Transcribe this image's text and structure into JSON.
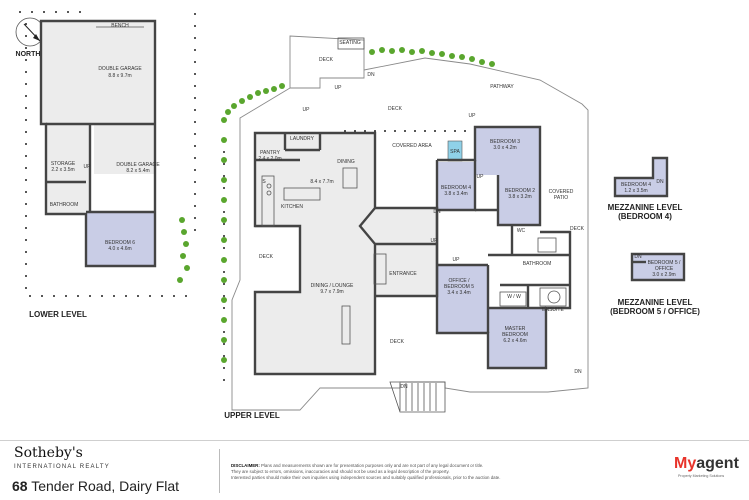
{
  "compass": {
    "label": "NORTH"
  },
  "levels": {
    "lower": "LOWER LEVEL",
    "upper": "UPPER LEVEL",
    "mezz4": [
      "MEZZANINE LEVEL",
      "(BEDROOM 4)"
    ],
    "mezz5": [
      "MEZZANINE LEVEL",
      "(BEDROOM 5 / OFFICE)"
    ]
  },
  "lower": {
    "bench": "BENCH",
    "garage1": [
      "DOUBLE GARAGE",
      "8.8 x 9.7m"
    ],
    "storage": [
      "STORAGE",
      "2.2 x 3.5m"
    ],
    "garage2": [
      "DOUBLE GARAGE",
      "8.2 x 5.4m"
    ],
    "bathroom": "BATHROOM",
    "bed6": [
      "BEDROOM 6",
      "4.0 x 4.6m"
    ],
    "up": "UP"
  },
  "upper": {
    "seating": "SEATING",
    "deck": "DECK",
    "dn": "DN",
    "up": "UP",
    "pathway": "PATHWAY",
    "laundry": "LAUNDRY",
    "pantry": [
      "PANTRY",
      "2.4 x 2.0m"
    ],
    "dining": "DINING",
    "kitchen_dims": "8.4 x 7.7m",
    "kitchen": "KITCHEN",
    "covered_area": "COVERED AREA",
    "spa": "SPA",
    "bed3": [
      "BEDROOM 3",
      "3.0 x 4.2m"
    ],
    "bed4": [
      "BEDROOM 4",
      "3.8 x 3.4m"
    ],
    "bed2": [
      "BEDROOM 2",
      "3.8 x 3.2m"
    ],
    "covered_patio": [
      "COVERED",
      "PATIO"
    ],
    "wc": "WC",
    "bathroom": "BATHROOM",
    "entrance": "ENTRANCE",
    "office": [
      "OFFICE /",
      "BEDROOM 5",
      "3.4 x 3.4m"
    ],
    "ww": "W / W",
    "ensuite": "ENSUITE",
    "master": [
      "MASTER",
      "BEDROOM",
      "6.2 x 4.6m"
    ],
    "dining_lounge": [
      "DINING / LOUNGE",
      "9.7 x 7.9m"
    ],
    "s": "S"
  },
  "mezz": {
    "bed4": [
      "BEDROOM 4",
      "1.2 x 3.5m"
    ],
    "bed5": [
      "BEDROOM 5 /",
      "OFFICE",
      "3.0 x 2.9m"
    ],
    "dn": "DN"
  },
  "footer": {
    "brand": "Sotheby's",
    "brand_sub": "INTERNATIONAL REALTY",
    "addr_num": "68",
    "addr_rest": " Tender Road, Dairy Flat",
    "disclaimer_label": "DISCLAIMER:",
    "disclaimer_1": " Plans and measurements shown are for presentation purposes only and are not part of any legal document or title.",
    "disclaimer_2": "They are subject to errors, omissions, inaccuracies and should not be used as a legal description of the property.",
    "disclaimer_3": "Interested parties should make their own inquiries using independent sources and suitably qualified professionals, prior to the auction date.",
    "logo_my": "My",
    "logo_agent": "agent",
    "logo_sub": "Property Marketing Solutions"
  }
}
